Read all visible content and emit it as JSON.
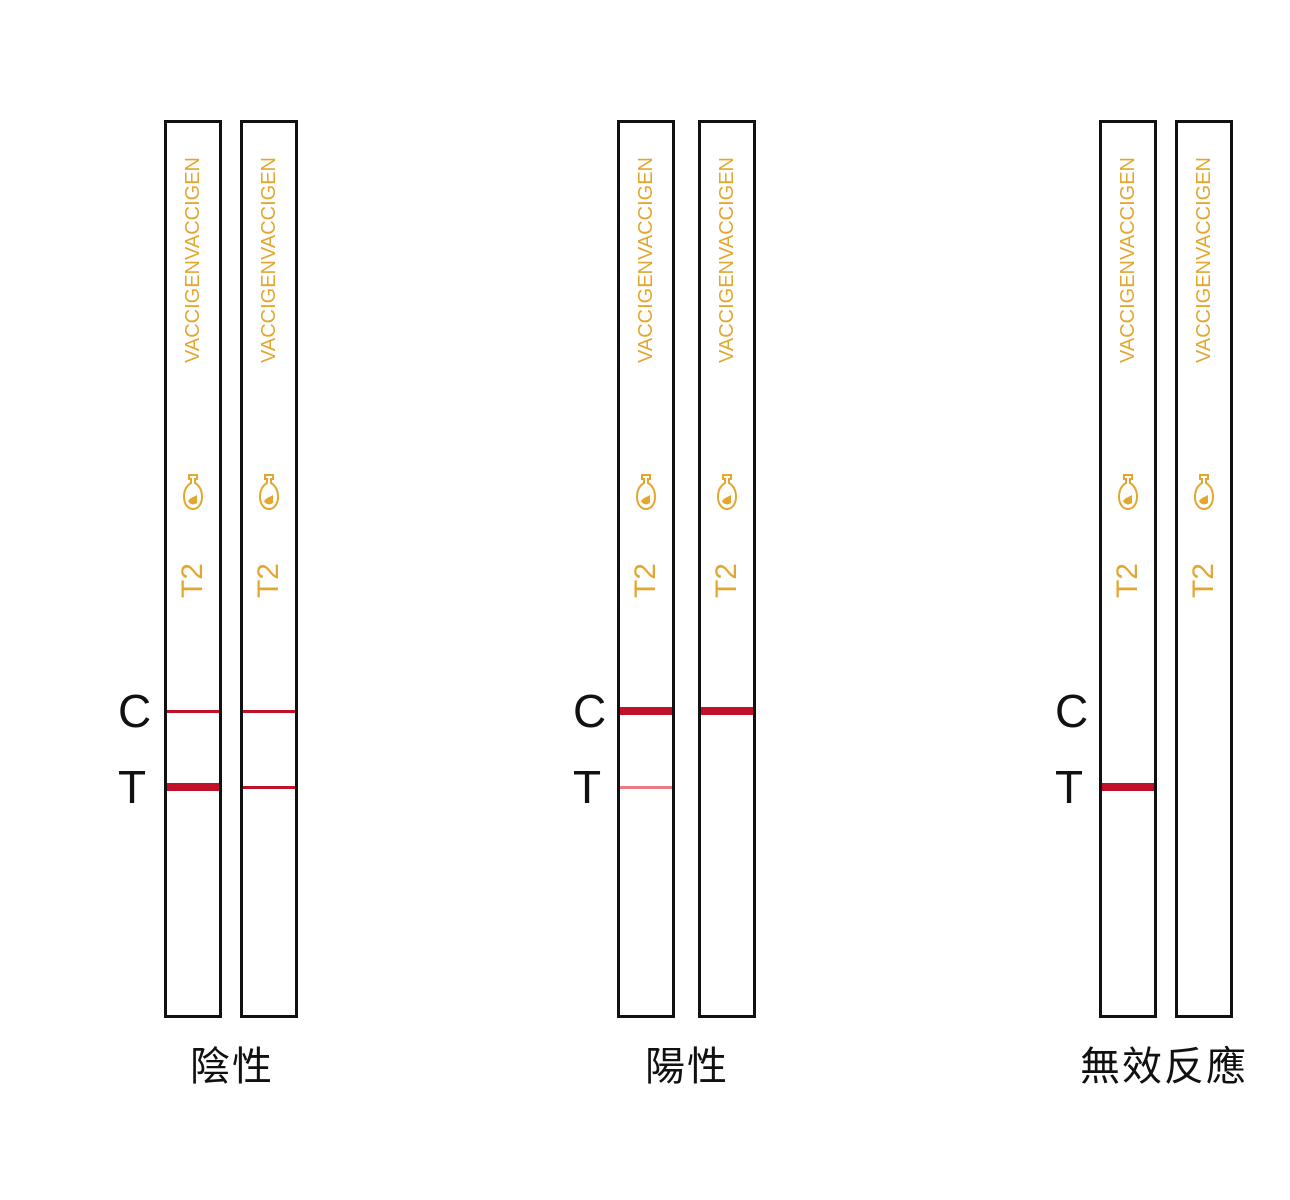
{
  "strip": {
    "brand": "VACCIGEN",
    "code": "T2",
    "sample_icon": "dropper-bottle-icon",
    "mark_color": "#E3A72F"
  },
  "colors": {
    "line_dark": "#C0102A",
    "line_faint": "#EC7A86"
  },
  "groups": [
    {
      "caption": "陰性",
      "labels": [
        "C",
        "T"
      ],
      "strips": [
        {
          "lines": [
            {
              "zone": "C",
              "weight": "thin",
              "intensity": "dark"
            },
            {
              "zone": "T",
              "weight": "thick",
              "intensity": "dark"
            }
          ]
        },
        {
          "lines": [
            {
              "zone": "C",
              "weight": "thin",
              "intensity": "dark"
            },
            {
              "zone": "T",
              "weight": "thin",
              "intensity": "dark"
            }
          ]
        }
      ]
    },
    {
      "caption": "陽性",
      "labels": [
        "C",
        "T"
      ],
      "strips": [
        {
          "lines": [
            {
              "zone": "C",
              "weight": "thick",
              "intensity": "dark"
            },
            {
              "zone": "T",
              "weight": "thin",
              "intensity": "faint"
            }
          ]
        },
        {
          "lines": [
            {
              "zone": "C",
              "weight": "thick",
              "intensity": "dark"
            }
          ]
        }
      ]
    },
    {
      "caption": "無效反應",
      "labels": [
        "C",
        "T"
      ],
      "strips": [
        {
          "lines": [
            {
              "zone": "T",
              "weight": "thick",
              "intensity": "dark"
            }
          ]
        },
        {
          "lines": []
        }
      ]
    }
  ]
}
